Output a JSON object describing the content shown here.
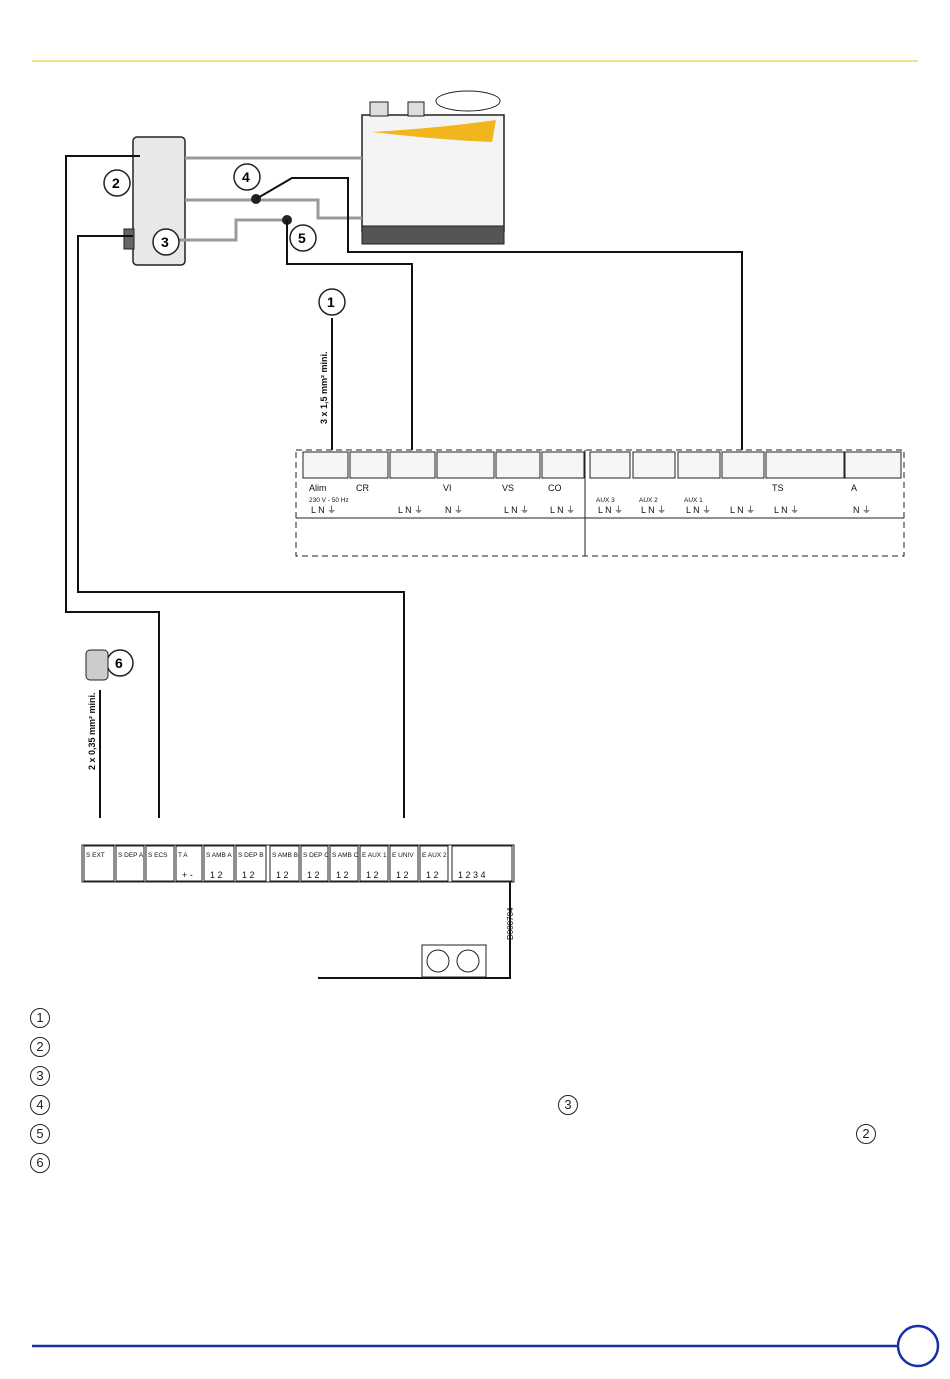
{
  "callouts": [
    "1",
    "2",
    "3",
    "4",
    "5",
    "6"
  ],
  "cable_labels": {
    "main": "3 x 1,5 mm² mini.",
    "sensor": "2 x 0,35 mm² mini."
  },
  "upper_terminals": [
    {
      "name": "Alim",
      "sub": "230 V - 50 Hz",
      "pins": "L N ⏚"
    },
    {
      "name": "CR",
      "sub": "",
      "pins": ""
    },
    {
      "name": "",
      "sub": "",
      "pins": "L N ⏚"
    },
    {
      "name": "VI",
      "sub": "",
      "pins": "N ⏚"
    },
    {
      "name": "VS",
      "sub": "",
      "pins": "L N ⏚"
    },
    {
      "name": "CO",
      "sub": "",
      "pins": "L N ⏚"
    },
    {
      "name": "",
      "sub": "AUX 3",
      "pins": "L N ⏚"
    },
    {
      "name": "",
      "sub": "AUX 2",
      "pins": "L N ⏚"
    },
    {
      "name": "",
      "sub": "AUX 1",
      "pins": "L N ⏚"
    },
    {
      "name": "",
      "sub": "",
      "pins": "L N ⏚"
    },
    {
      "name": "TS",
      "sub": "",
      "pins": "L N ⏚"
    },
    {
      "name": "A",
      "sub": "",
      "pins": "N ⏚"
    }
  ],
  "lower_terminals": [
    {
      "name": "S EXT",
      "pins": ""
    },
    {
      "name": "S DEP A",
      "pins": ""
    },
    {
      "name": "S ECS",
      "pins": ""
    },
    {
      "name": "T A",
      "pins": "+ -"
    },
    {
      "name": "S AMB A",
      "pins": "1 2"
    },
    {
      "name": "S DEP B",
      "pins": "1 2"
    },
    {
      "name": "S AMB B",
      "pins": "1 2"
    },
    {
      "name": "S DEP C",
      "pins": "1 2"
    },
    {
      "name": "S AMB C",
      "pins": "1 2"
    },
    {
      "name": "E AUX 1",
      "pins": "1 2"
    },
    {
      "name": "E UNIV",
      "pins": "1 2"
    },
    {
      "name": "E AUX 2",
      "pins": "1 2"
    },
    {
      "name": "",
      "pins": "1 2 3 4"
    }
  ],
  "document_code": "D000704",
  "legend": [
    {
      "num": "1",
      "inline_ref": ""
    },
    {
      "num": "2",
      "inline_ref": ""
    },
    {
      "num": "3",
      "inline_ref": ""
    },
    {
      "num": "4",
      "inline_ref": "3"
    },
    {
      "num": "5",
      "inline_ref": "2"
    },
    {
      "num": "6",
      "inline_ref": ""
    }
  ],
  "colors": {
    "header_rule": "#f3e08c",
    "footer_rule": "#1a2fa8",
    "boiler_accent": "#f2b51c",
    "pipe": "#9a9a9a",
    "wire": "#111111"
  }
}
